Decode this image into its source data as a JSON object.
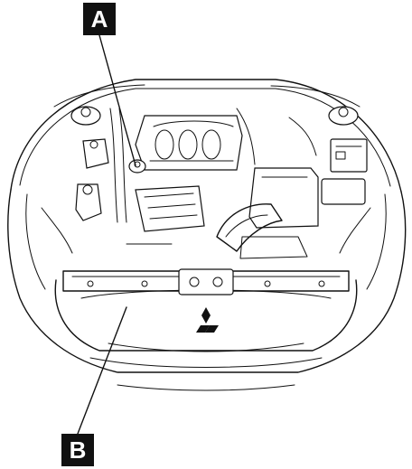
{
  "callouts": [
    {
      "id": "a",
      "label": "A"
    },
    {
      "id": "b",
      "label": "B"
    }
  ],
  "colors": {
    "line": "#111111",
    "background": "#ffffff",
    "callout_bg": "#111111",
    "callout_text": "#ffffff"
  }
}
